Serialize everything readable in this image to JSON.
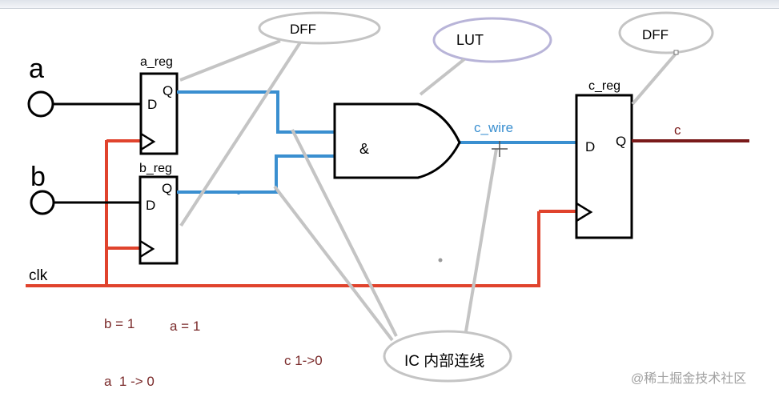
{
  "inputs": {
    "a": "a",
    "b": "b",
    "clk": "clk"
  },
  "registers": {
    "a_reg": {
      "name": "a_reg",
      "d": "D",
      "q": "Q"
    },
    "b_reg": {
      "name": "b_reg",
      "d": "D",
      "q": "Q"
    },
    "c_reg": {
      "name": "c_reg",
      "d": "D",
      "q": "Q"
    }
  },
  "gate": {
    "symbol": "&"
  },
  "wires": {
    "c_wire": "c_wire",
    "c_out": "c"
  },
  "callouts": {
    "dff_1": "DFF",
    "dff_2": "DFF",
    "lut": "LUT",
    "ic": "IC 内部连线"
  },
  "notes": {
    "b_eq": "b = 1",
    "a_eq": "a = 1",
    "a_change": "a  1 -> 0",
    "c_change": "c 1->0"
  },
  "watermark": "@稀土掘金技术社区",
  "colors": {
    "wire_black": "#000000",
    "wire_blue": "#3a8fd0",
    "clk_red": "#e0432d",
    "out_dark_red": "#7a1a1a",
    "note_text": "#7a2a2a",
    "callout_line": "#c4c4c4",
    "lut_ellipse": "#b8b4d8",
    "c_wire_label": "#3a8fd0"
  }
}
